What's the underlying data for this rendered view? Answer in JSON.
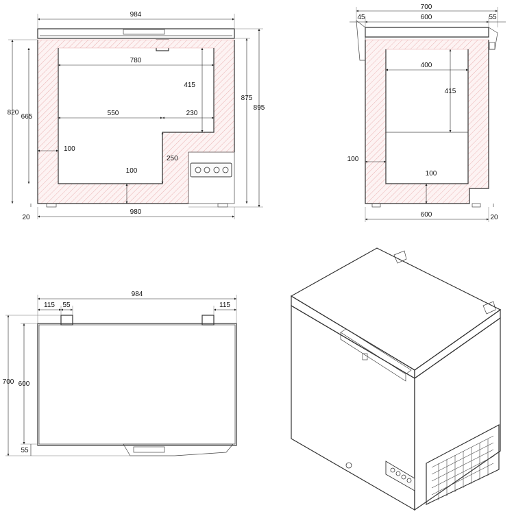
{
  "views": {
    "front": {
      "dims": {
        "overall_width": "984",
        "inner_width": "780",
        "step_width": "550",
        "step_offset": "230",
        "upper_depth": "415",
        "step_height": "250",
        "wall_side": "100",
        "wall_bottom": "100",
        "height_820": "820",
        "height_665": "665",
        "height_875": "875",
        "height_895": "895",
        "foot": "20",
        "base_width": "980"
      }
    },
    "side": {
      "dims": {
        "overall_depth": "700",
        "lid_back": "45",
        "lid_mid": "600",
        "lid_front": "55",
        "inner_depth": "400",
        "inner_height": "415",
        "wall_side": "100",
        "wall_bottom": "100",
        "base_depth": "600",
        "foot": "20"
      }
    },
    "top": {
      "dims": {
        "overall_width": "984",
        "hinge_offset_left": "115",
        "hinge_width": "55",
        "hinge_offset_right": "115",
        "overall_depth": "700",
        "body_depth": "600",
        "handle_depth": "55"
      }
    }
  },
  "colors": {
    "line": "#333333",
    "insulation_hatch": "#e9a9a9"
  }
}
